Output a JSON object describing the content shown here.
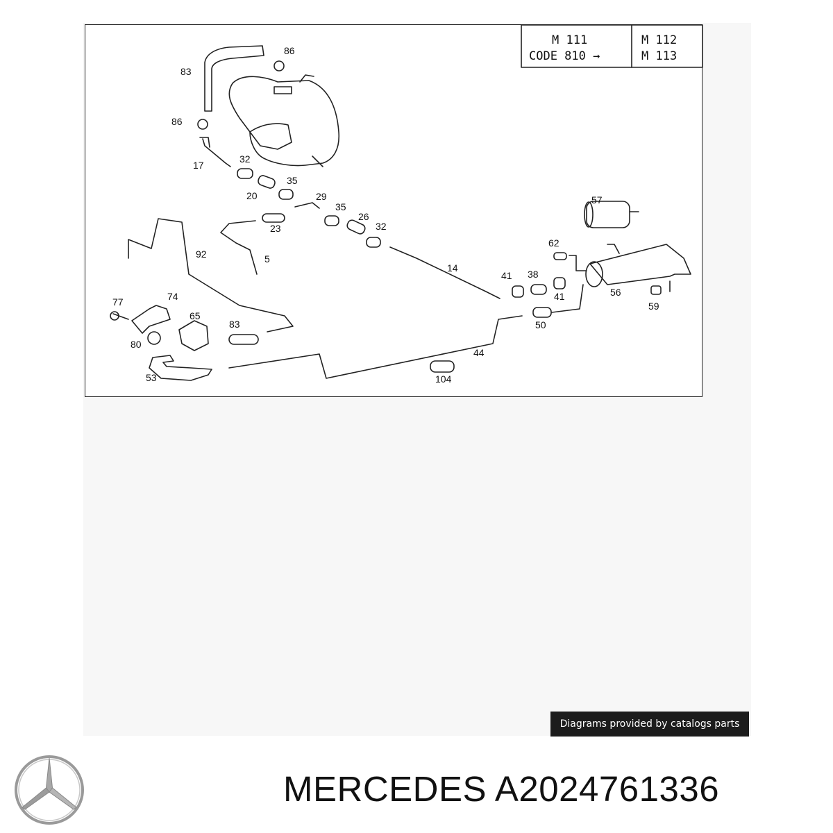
{
  "code_box": {
    "left_lines": [
      "M 111",
      "CODE 810 →"
    ],
    "right_lines": [
      "M 112",
      "M 113"
    ]
  },
  "callouts": [
    "86",
    "83",
    "86",
    "17",
    "32",
    "20",
    "35",
    "29",
    "35",
    "26",
    "32",
    "23",
    "5",
    "92",
    "14",
    "57",
    "62",
    "41",
    "38",
    "41",
    "56",
    "59",
    "77",
    "74",
    "65",
    "80",
    "83",
    "50",
    "44",
    "53",
    "104"
  ],
  "credit": "Diagrams provided by catalogs parts",
  "title": "MERCEDES A2024761336",
  "logo": {
    "name": "mercedes-star-icon",
    "color": "#9a9a9a"
  }
}
